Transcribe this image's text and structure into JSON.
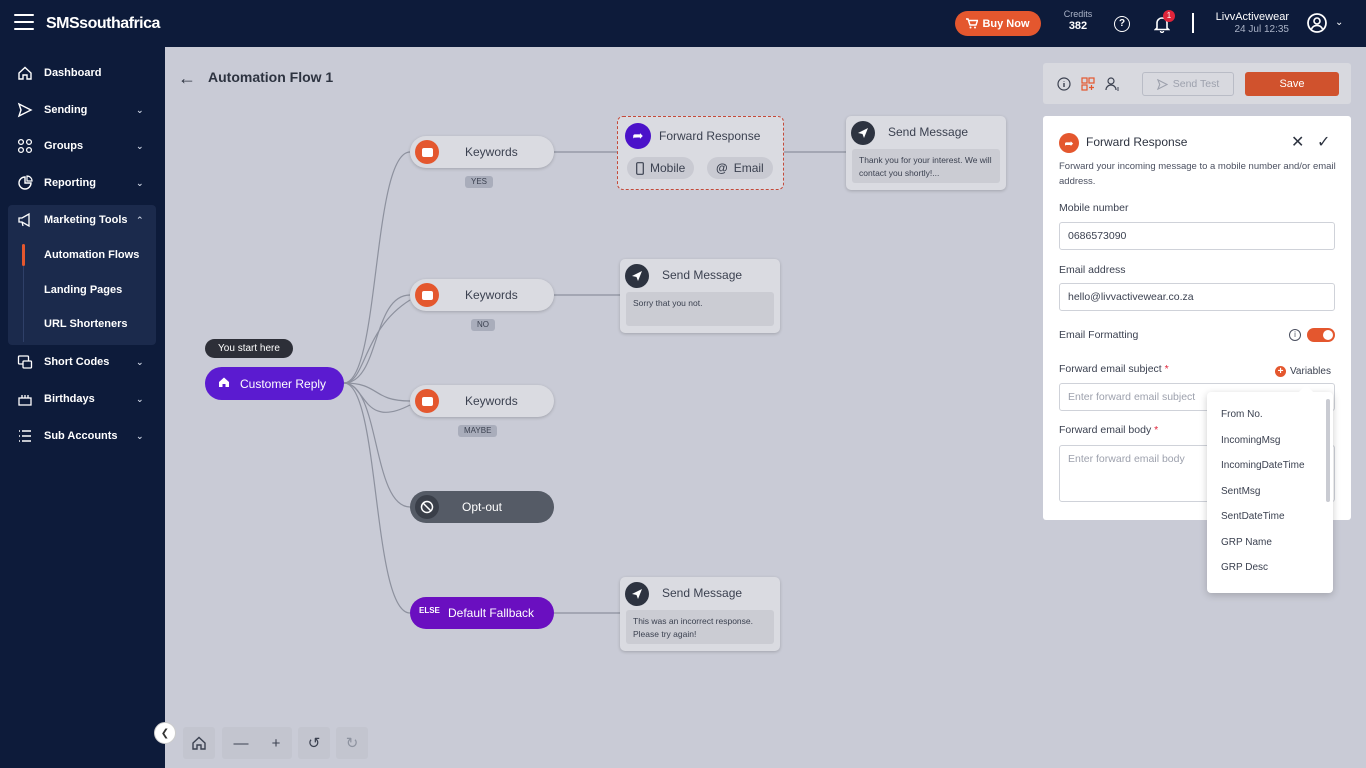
{
  "brand": {
    "logo": "SMSsouthafrica",
    "accent": "#e4572e",
    "nav_bg": "#0d1b3a"
  },
  "topbar": {
    "buy_now": "Buy Now",
    "credits_label": "Credits",
    "credits_value": "382",
    "notifications_count": "1",
    "user_name": "LivvActivewear",
    "user_date": "24 Jul 12:35"
  },
  "sidebar": {
    "items": [
      {
        "label": "Dashboard",
        "icon": "home-icon"
      },
      {
        "label": "Sending",
        "icon": "send-icon"
      },
      {
        "label": "Groups",
        "icon": "groups-icon"
      },
      {
        "label": "Reporting",
        "icon": "reporting-icon"
      },
      {
        "label": "Marketing Tools",
        "icon": "megaphone-icon"
      },
      {
        "label": "Short Codes",
        "icon": "short-codes-icon"
      },
      {
        "label": "Birthdays",
        "icon": "birthday-icon"
      },
      {
        "label": "Sub Accounts",
        "icon": "sub-accounts-icon"
      }
    ],
    "marketing_sub": [
      "Automation Flows",
      "Landing Pages",
      "URL Shorteners"
    ]
  },
  "page": {
    "title": "Automation Flow 1"
  },
  "flow": {
    "start_tip": "You start here",
    "customer_reply": "Customer Reply",
    "keywords": [
      {
        "label": "Keywords",
        "tag": "YES"
      },
      {
        "label": "Keywords",
        "tag": "NO"
      },
      {
        "label": "Keywords",
        "tag": "MAYBE"
      }
    ],
    "optout": "Opt-out",
    "fallback_tag": "ELSE",
    "fallback": "Default Fallback",
    "forward": {
      "title": "Forward Response",
      "mobile": "Mobile",
      "email": "Email"
    },
    "messages": [
      {
        "title": "Send Message",
        "body": "Thank you for your interest. We will contact you shortly!..."
      },
      {
        "title": "Send Message",
        "body": "Sorry that you not."
      },
      {
        "title": "Send Message",
        "body": "This was an incorrect response. Please try again!"
      }
    ]
  },
  "toolbar": {
    "send_test": "Send Test",
    "save": "Save"
  },
  "panel": {
    "title": "Forward Response",
    "description": "Forward your incoming message to a mobile number and/or email address.",
    "mobile_label": "Mobile number",
    "mobile_value": "0686573090",
    "email_label": "Email address",
    "email_value": "hello@livvactivewear.co.za",
    "formatting_label": "Email Formatting",
    "subject_label": "Forward email subject",
    "subject_placeholder": "Enter forward email subject",
    "variables": "Variables",
    "body_label": "Forward email body",
    "body_placeholder": "Enter forward email body",
    "required_mark": "*"
  },
  "variables_list": [
    "From No.",
    "IncomingMsg",
    "IncomingDateTime",
    "SentMsg",
    "SentDateTime",
    "GRP Name",
    "GRP Desc"
  ]
}
